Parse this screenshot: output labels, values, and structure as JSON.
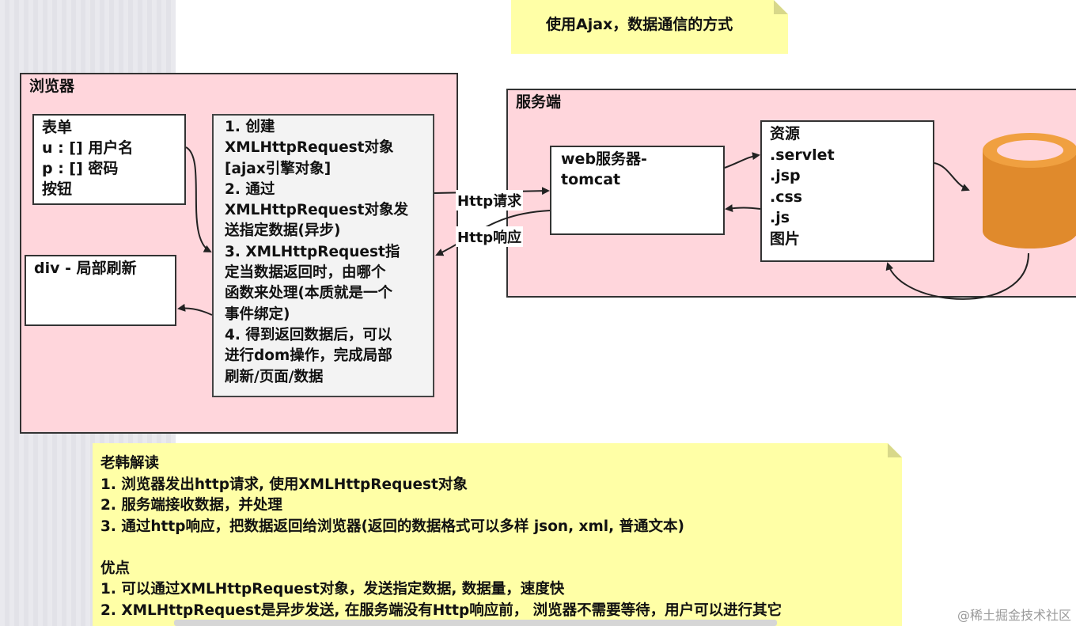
{
  "title_note": "使用Ajax，数据通信的方式",
  "browser": {
    "title": "浏览器",
    "form_lines": [
      "表单",
      "u : [] 用户名",
      "p : [] 密码",
      "按钮"
    ],
    "div_label": "div - 局部刷新",
    "steps": [
      "1. 创建",
      "XMLHttpRequest对象",
      "[ajax引擎对象]",
      "2. 通过",
      "XMLHttpRequest对象发",
      "送指定数据(异步)",
      "3. XMLHttpRequest指",
      "定当数据返回时，由哪个",
      "函数来处理(本质就是一个",
      "事件绑定)",
      "4. 得到返回数据后，可以",
      "进行dom操作，完成局部",
      "刷新/页面/数据"
    ]
  },
  "arrows": {
    "request": "Http请求",
    "response": "Http响应"
  },
  "server": {
    "title": "服务端",
    "web_server_lines": [
      "web服务器-",
      "tomcat"
    ],
    "resources_lines": [
      "资源",
      ".servlet",
      ".jsp",
      ".css",
      ".js",
      "图片"
    ]
  },
  "explanation": {
    "lines": [
      "老韩解读",
      "1. 浏览器发出http请求, 使用XMLHttpRequest对象",
      "2. 服务端接收数据，并处理",
      "3. 通过http响应，把数据返回给浏览器(返回的数据格式可以多样 json, xml, 普通文本)",
      "",
      "优点",
      "1. 可以通过XMLHttpRequest对象，发送指定数据, 数据量，速度快",
      "2. XMLHttpRequest是异步发送, 在服务端没有Http响应前， 浏览器不需要等待，用户可以进行其它"
    ]
  },
  "watermark": "@稀土掘金技术社区",
  "colors": {
    "pink": "#ffd6dc",
    "note_yellow": "#ffffa6",
    "database": "#e08a2c"
  }
}
